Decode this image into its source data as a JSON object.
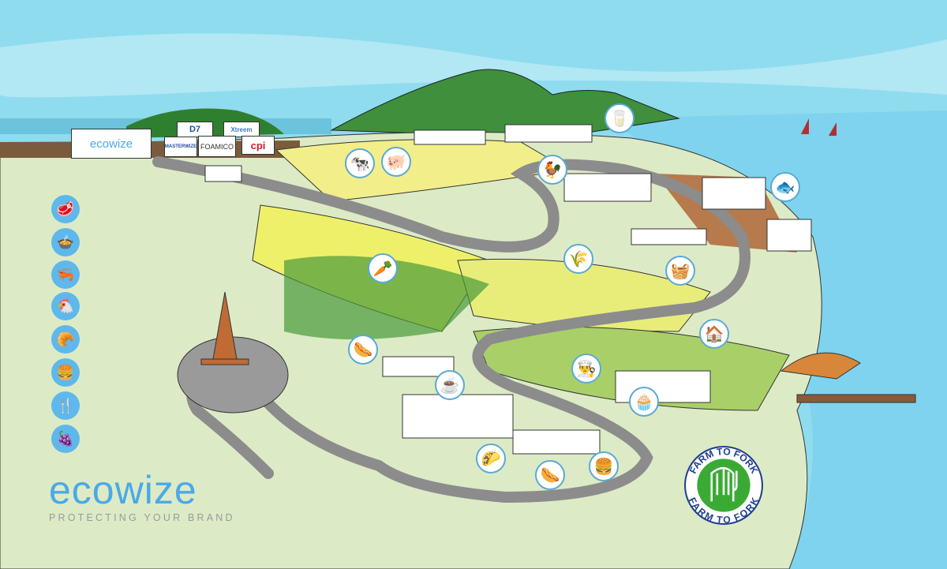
{
  "logos": {
    "main_wordmark": "ecowize",
    "main_tagline": "PROTECTING YOUR BRAND",
    "buildings": [
      "ecowize",
      "D7",
      "Xtreem",
      "MASTERWIZE",
      "FOAMICO",
      "cpi"
    ],
    "badge": "FARM TO FORK"
  },
  "colors": {
    "sky": "#8fdcef",
    "sea": "#7fd3ee",
    "land": "#dcebc6",
    "hill": "#3f8f3c",
    "road": "#8c8c8c",
    "brand_blue": "#4aa9e8",
    "badge_green": "#3aaa35",
    "badge_ring": "#1f3f8f"
  },
  "sidebar_icons": [
    "meat-icon",
    "pot-icon",
    "shrimp-icon",
    "chicken-icon",
    "croissant-icon",
    "burger-icon",
    "cutlery-icon",
    "grapes-icon"
  ],
  "map_icons": [
    "cow-icon",
    "pig-icon",
    "milk-icon",
    "chicken-icon",
    "fish-icon",
    "vegetable-basket-icon",
    "wheat-icon",
    "bread-basket-icon",
    "farmhouse-icon",
    "sausage-icon",
    "chef-icon",
    "drinks-icon",
    "muffin-icon",
    "taco-icon",
    "hotdog-icon",
    "burger-icon"
  ]
}
